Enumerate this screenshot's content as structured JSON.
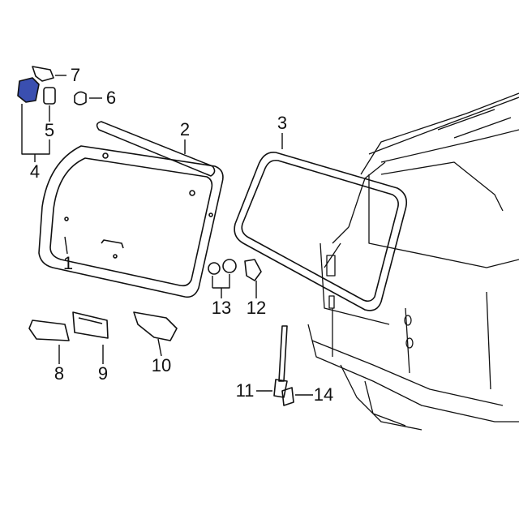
{
  "callouts": [
    {
      "id": "7",
      "text": "7"
    },
    {
      "id": "6",
      "text": "6"
    },
    {
      "id": "5",
      "text": "5"
    },
    {
      "id": "4",
      "text": "4"
    },
    {
      "id": "2",
      "text": "2"
    },
    {
      "id": "3",
      "text": "3"
    },
    {
      "id": "1",
      "text": "1"
    },
    {
      "id": "13",
      "text": "13"
    },
    {
      "id": "12",
      "text": "12"
    },
    {
      "id": "8",
      "text": "8"
    },
    {
      "id": "9",
      "text": "9"
    },
    {
      "id": "10",
      "text": "10"
    },
    {
      "id": "11",
      "text": "11"
    },
    {
      "id": "14",
      "text": "14"
    }
  ],
  "colors": {
    "highlight": "#3a4fb0",
    "line": "#111111"
  }
}
